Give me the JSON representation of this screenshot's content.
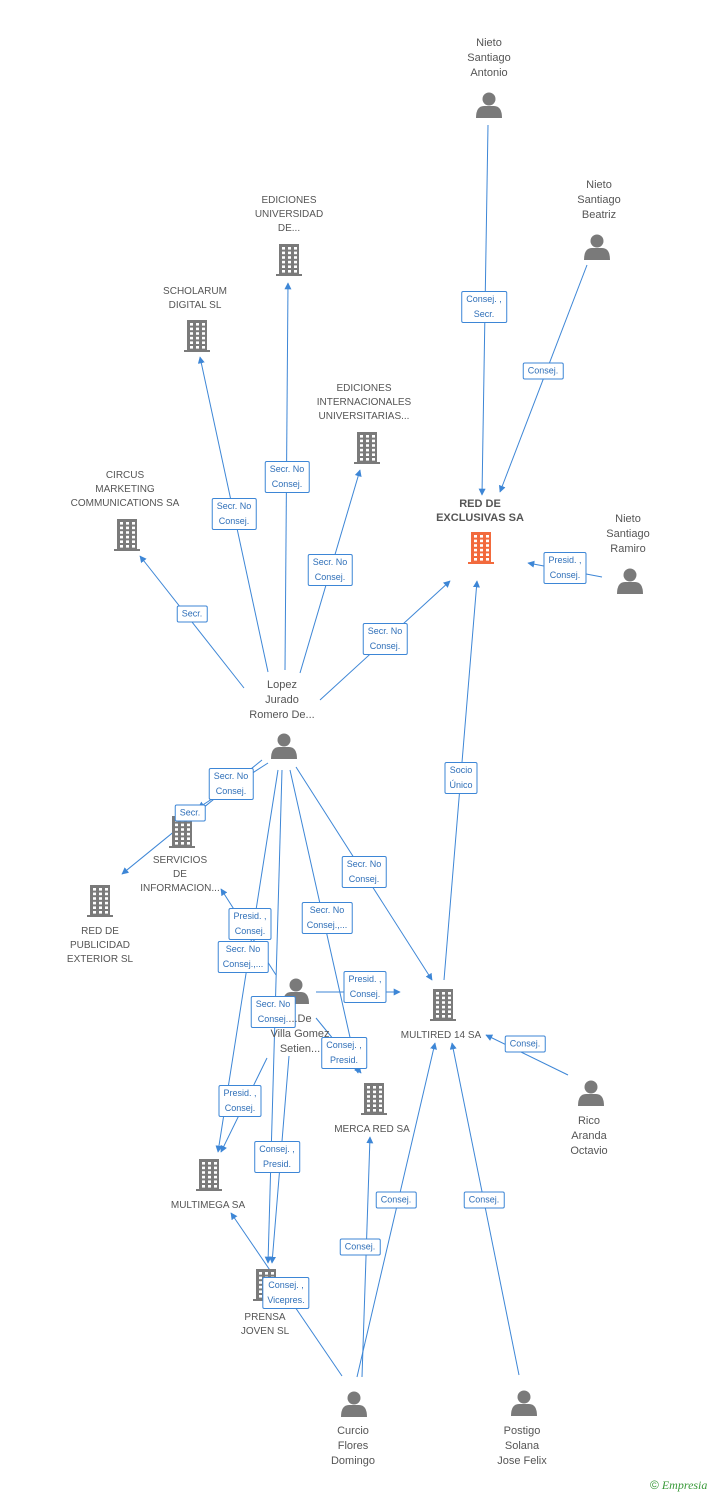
{
  "colors": {
    "edge": "#3d86d6",
    "icon": "#7a7a7a",
    "focus": "#f26a3d",
    "brand": "#3a9a3a"
  },
  "nodes": [
    {
      "id": "nieto-antonio",
      "type": "person",
      "label": "Nieto\nSantiago\nAntonio"
    },
    {
      "id": "nieto-beatriz",
      "type": "person",
      "label": "Nieto\nSantiago\nBeatriz"
    },
    {
      "id": "nieto-ramiro",
      "type": "person",
      "label": "Nieto\nSantiago\nRamiro"
    },
    {
      "id": "red-exclusivas",
      "type": "company-focus",
      "label": "RED DE\nEXCLUSIVAS SA"
    },
    {
      "id": "ediciones-universidad",
      "type": "company",
      "label": "EDICIONES\nUNIVERSIDAD\nDE..."
    },
    {
      "id": "scholarum",
      "type": "company",
      "label": "SCHOLARUM\nDIGITAL SL"
    },
    {
      "id": "ediciones-internacionales",
      "type": "company",
      "label": "EDICIONES\nINTERNACIONALES\nUNIVERSITARIAS..."
    },
    {
      "id": "circus",
      "type": "company",
      "label": "CIRCUS\nMARKETING\nCOMMUNICATIONS SA"
    },
    {
      "id": "lopez-jurado",
      "type": "person",
      "label": "Lopez\nJurado\nRomero De..."
    },
    {
      "id": "servicios-informacion",
      "type": "company",
      "label": "SERVICIOS\nDE\nINFORMACION..."
    },
    {
      "id": "red-publicidad",
      "type": "company",
      "label": "RED DE\nPUBLICIDAD\nEXTERIOR SL"
    },
    {
      "id": "villa-gomez",
      "type": "person",
      "label": "...De\nVilla Gomez\nSetien..."
    },
    {
      "id": "multired",
      "type": "company",
      "label": "MULTIRED 14 SA"
    },
    {
      "id": "rico-aranda",
      "type": "person",
      "label": "Rico\nAranda\nOctavio"
    },
    {
      "id": "merca-red",
      "type": "company",
      "label": "MERCA RED SA"
    },
    {
      "id": "multimega",
      "type": "company",
      "label": "MULTIMEGA SA"
    },
    {
      "id": "prensa-joven",
      "type": "company",
      "label": "PRENSA\nJOVEN SL"
    },
    {
      "id": "curcio",
      "type": "person",
      "label": "Curcio\nFlores\nDomingo"
    },
    {
      "id": "postigo",
      "type": "person",
      "label": "Postigo\nSolana\nJose Felix"
    }
  ],
  "edges": [
    {
      "id": "e-antonio-red",
      "label": "Consej. ,\nSecr."
    },
    {
      "id": "e-beatriz-red",
      "label": "Consej."
    },
    {
      "id": "e-ramiro-red",
      "label": "Presid. ,\nConsej."
    },
    {
      "id": "e-lopez-edu",
      "label": "Secr. No\nConsej."
    },
    {
      "id": "e-lopez-scholarum",
      "label": "Secr. No\nConsej."
    },
    {
      "id": "e-lopez-edi",
      "label": "Secr. No\nConsej."
    },
    {
      "id": "e-lopez-circus",
      "label": "Secr."
    },
    {
      "id": "e-lopez-red",
      "label": "Secr. No\nConsej."
    },
    {
      "id": "e-multired-red",
      "label": "Socio\nÚnico"
    },
    {
      "id": "e-lopez-servicios",
      "label": "Secr. No\nConsej."
    },
    {
      "id": "e-lopez-redpub",
      "label": "Secr."
    },
    {
      "id": "e-lopez-multired",
      "label": "Secr. No\nConsej."
    },
    {
      "id": "e-lopez-merca",
      "label": "Secr. No\nConsej.,..."
    },
    {
      "id": "e-villa-servicios",
      "label": "Presid. ,\nConsej."
    },
    {
      "id": "e-lopez-multimega",
      "label": "Secr. No\nConsej.,..."
    },
    {
      "id": "e-villa-multired",
      "label": "Presid. ,\nConsej."
    },
    {
      "id": "e-lopez-prensa",
      "label": "Secr. No\nConsej."
    },
    {
      "id": "e-villa-merca",
      "label": "Consej. ,\nPresid."
    },
    {
      "id": "e-rico-multired",
      "label": "Consej."
    },
    {
      "id": "e-villa-multimega",
      "label": "Presid. ,\nConsej."
    },
    {
      "id": "e-villa-prensa",
      "label": "Consej. ,\nPresid."
    },
    {
      "id": "e-curcio-multired",
      "label": "Consej."
    },
    {
      "id": "e-postigo-multired",
      "label": "Consej."
    },
    {
      "id": "e-curcio-merca",
      "label": "Consej."
    },
    {
      "id": "e-curcio-prensa",
      "label": "Consej. ,\nVicepres."
    }
  ],
  "footer": {
    "copyright": "©",
    "brand": "Empresia"
  }
}
